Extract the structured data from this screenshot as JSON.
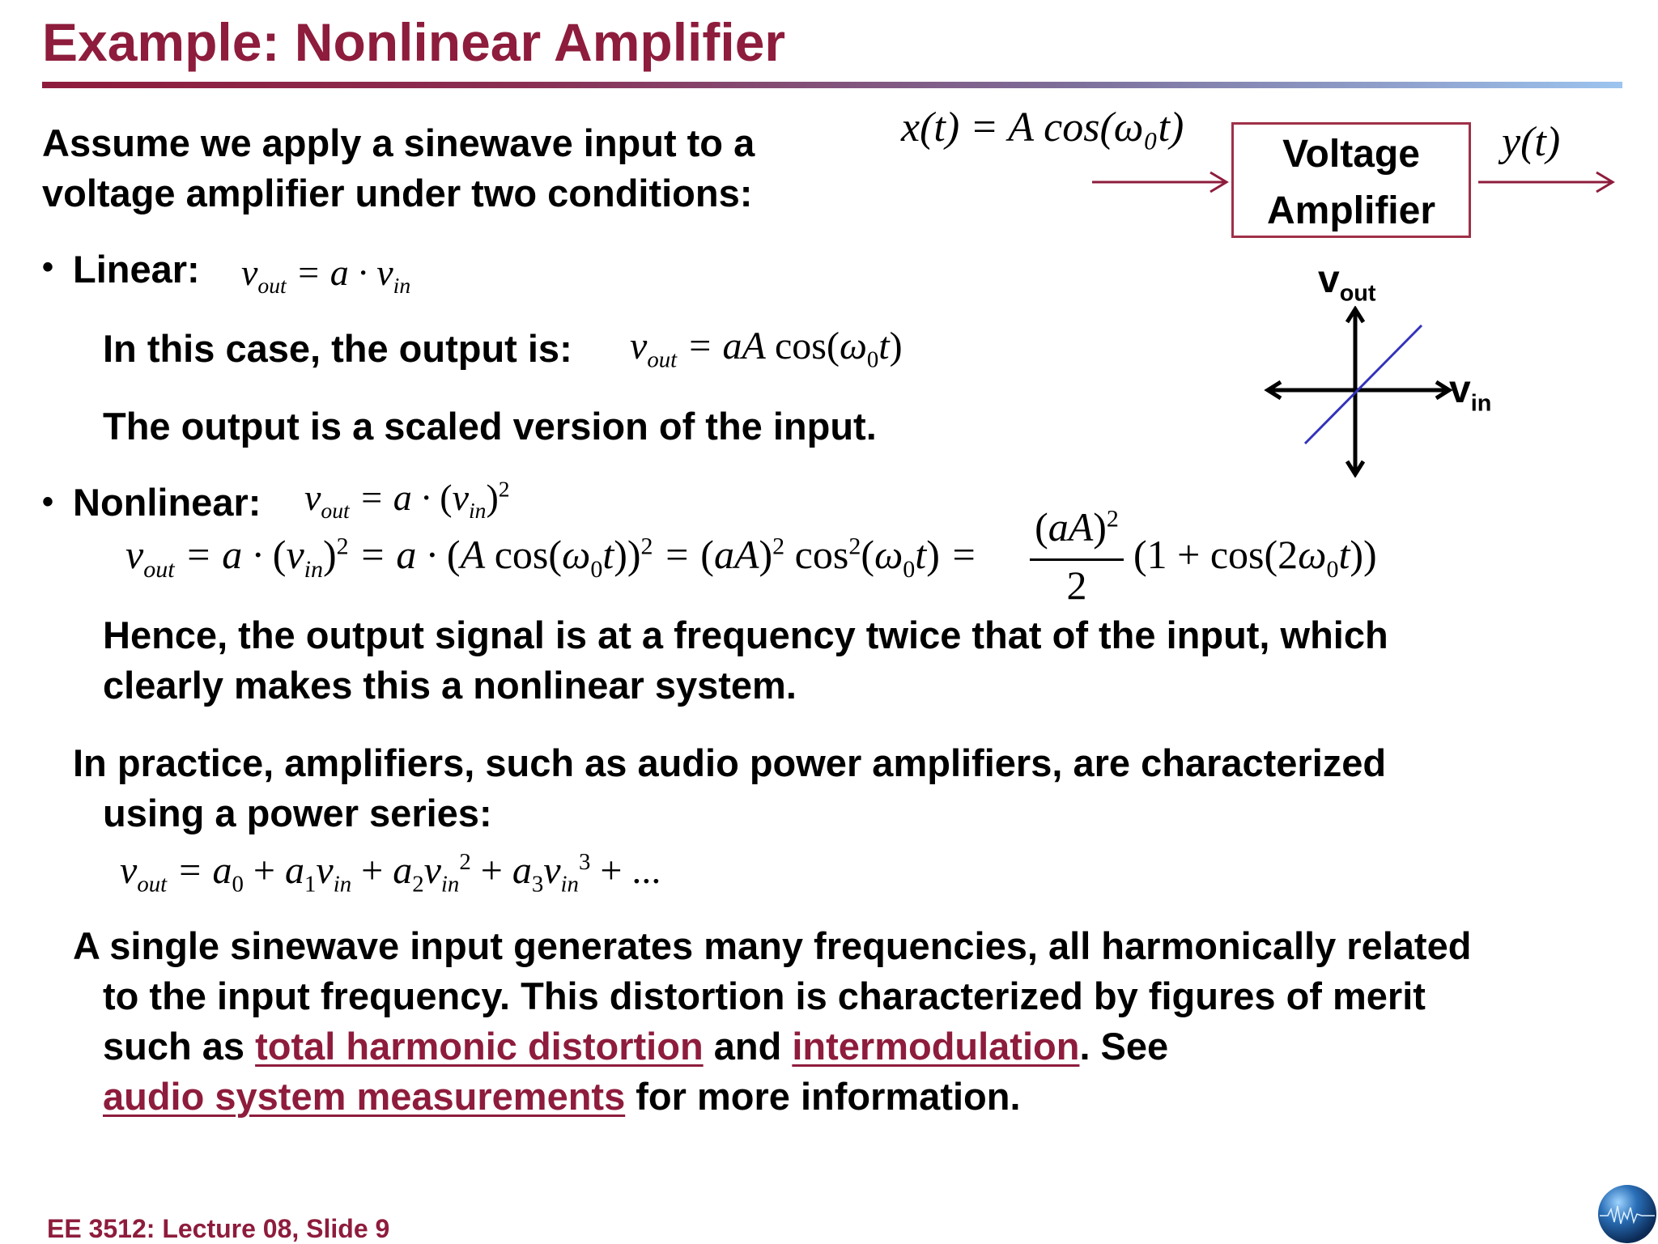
{
  "slide": {
    "title": "Example: Nonlinear Amplifier",
    "intro_line1": "Assume we apply a sinewave input to a",
    "intro_line2": "voltage amplifier under two conditions:",
    "bullet": "•"
  },
  "block_diagram": {
    "input_label": "x(t) = A cos(ω₀t)",
    "box_line1": "Voltage",
    "box_line2": "Amplifier",
    "output_label": "y(t)",
    "arrow_color": "#8e1c3c"
  },
  "transfer_plot": {
    "y_axis_label": "v",
    "y_axis_sub": "out",
    "x_axis_label": "v",
    "x_axis_sub": "in",
    "line_color": "#3333bb"
  },
  "linear": {
    "label": "Linear:",
    "equation": "v_out = a · v_in",
    "output_text": "In this case, the output is:",
    "output_equation": "v_out = aA cos(ω₀t)",
    "conclusion": "The output is a scaled version of the input."
  },
  "nonlinear": {
    "label": "Nonlinear:",
    "equation": "v_out = a · (v_in)²",
    "expansion": "v_out = a · (v_in)² = a · (A cos(ω₀t))² = (aA)² cos²(ω₀t) = ((aA)²/2)(1 + cos(2ω₀t))",
    "conclusion_line1": "Hence, the output signal is at a frequency twice that of the input, which",
    "conclusion_line2": "clearly makes this a nonlinear system."
  },
  "practice": {
    "line1": "In practice, amplifiers, such as audio power amplifiers, are characterized",
    "line2": "using a power series:",
    "series": "v_out = a₀ + a₁v_in + a₂v_in² + a₃v_in³ + ..."
  },
  "summary": {
    "line1": "A single sinewave input generates many frequencies, all harmonically related",
    "line2": "to the input frequency. This distortion is characterized by figures of merit",
    "line3_prefix": "such as ",
    "link_thd": "total harmonic distortion",
    "line3_mid": " and ",
    "link_im": "intermodulation",
    "line3_suffix": ". See",
    "link_audio": "audio system measurements",
    "line4_suffix": " for more information."
  },
  "footer": {
    "text": "EE 3512: Lecture 08, Slide 9",
    "logo_icon": "globe-logo-icon"
  },
  "colors": {
    "accent": "#8e1c3c",
    "rule_end": "#9cc4ef"
  }
}
